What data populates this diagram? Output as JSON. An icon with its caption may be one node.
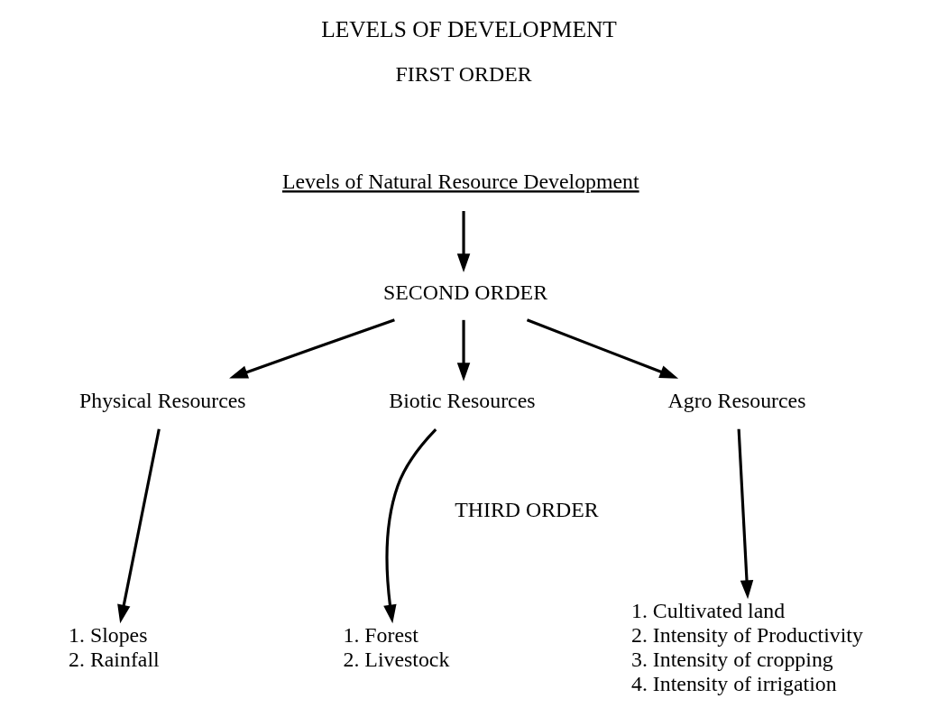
{
  "diagram": {
    "title": "LEVELS OF DEVELOPMENT",
    "nodes": [
      {
        "text": [
          "Levels of Natural Resource Development"
        ]
      },
      {
        "text": [
          "SECOND ORDER"
        ]
      },
      {
        "text": [
          "Physical Resources"
        ]
      },
      {
        "text": [
          "Biotic Resources"
        ]
      },
      {
        "text": [
          "Agro Resources"
        ]
      },
      {
        "text": [
          "1. Slopes",
          "2. Rainfall"
        ]
      },
      {
        "text": [
          "1. Forest",
          "2. Livestock"
        ]
      },
      {
        "text": [
          "1. Cultivated land",
          "2. Intensity of Productivity",
          "3. Intensity of cropping",
          "4. Intensity of irrigation"
        ]
      }
    ],
    "edges": [
      {
        "from": 0,
        "to": 1,
        "arrow": "to"
      },
      {
        "from": 1,
        "to": 2,
        "arrow": "to"
      },
      {
        "from": 1,
        "to": 3,
        "arrow": "to"
      },
      {
        "from": 1,
        "to": 4,
        "arrow": "to"
      },
      {
        "from": 2,
        "to": 5,
        "arrow": "to"
      },
      {
        "from": 3,
        "to": 6,
        "arrow": "to"
      },
      {
        "from": 4,
        "to": 7,
        "arrow": "to"
      }
    ],
    "labels": [
      "FIRST ORDER",
      "THIRD ORDER"
    ]
  }
}
